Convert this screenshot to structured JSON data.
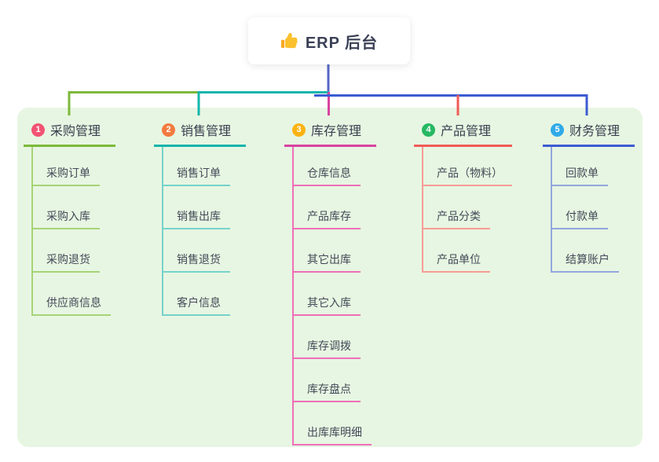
{
  "root": {
    "icon": "thumbs-up-icon",
    "label": "ERP 后台"
  },
  "branches": [
    {
      "num": "1",
      "label": "采购管理",
      "children": [
        "采购订单",
        "采购入库",
        "采购退货",
        "供应商信息"
      ]
    },
    {
      "num": "2",
      "label": "销售管理",
      "children": [
        "销售订单",
        "销售出库",
        "销售退货",
        "客户信息"
      ]
    },
    {
      "num": "3",
      "label": "库存管理",
      "children": [
        "仓库信息",
        "产品库存",
        "其它出库",
        "其它入库",
        "库存调拨",
        "库存盘点",
        "出库库明细"
      ]
    },
    {
      "num": "4",
      "label": "产品管理",
      "children": [
        "产品（物料）",
        "产品分类",
        "产品单位"
      ]
    },
    {
      "num": "5",
      "label": "财务管理",
      "children": [
        "回款单",
        "付款单",
        "结算账户"
      ]
    }
  ],
  "colors": {
    "canvas_background": "#E7F6E2",
    "root_connector": "#5866C6",
    "branch_lines": [
      "#7CB93B",
      "#14B5AC",
      "#D843A0",
      "#F15B57",
      "#3C5BD2"
    ],
    "child_lines": [
      "#A6D377",
      "#76D2CB",
      "#EE6FB8",
      "#F79C94",
      "#93A6DE"
    ],
    "badges": [
      "#F25372",
      "#F37B3F",
      "#FBB312",
      "#27B863",
      "#31AAE8"
    ],
    "thumb_icon": "#FBC02D"
  }
}
